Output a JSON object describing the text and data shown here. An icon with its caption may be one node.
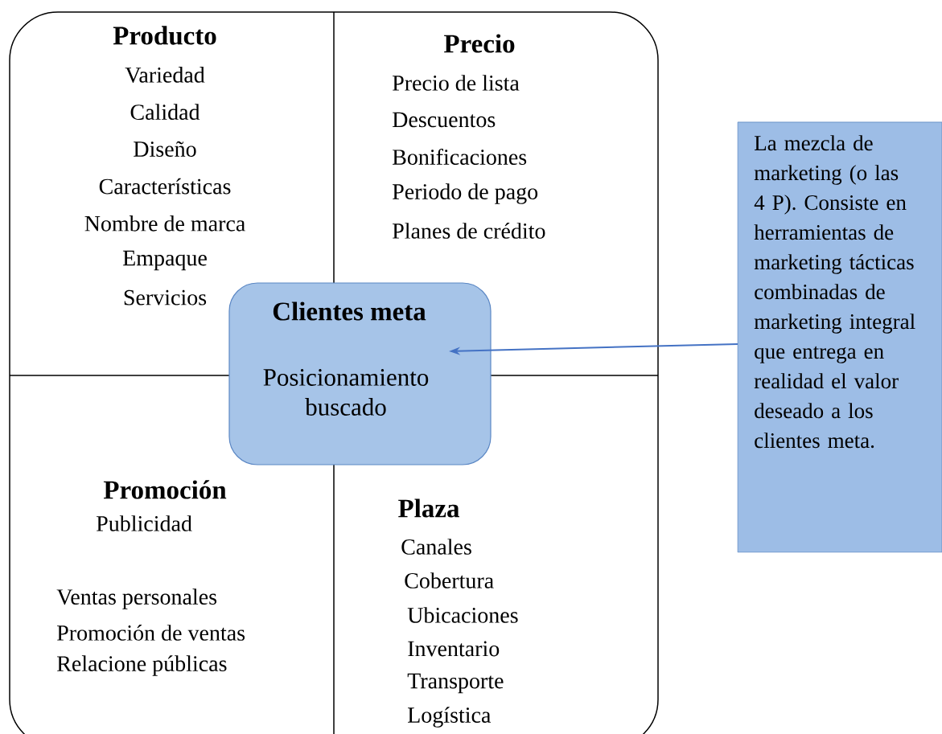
{
  "diagram": {
    "nodes": [
      {
        "text": [
          "Producto",
          "Variedad",
          "Calidad",
          "Diseño",
          "Características",
          "Nombre de marca",
          "Empaque",
          "Servicios"
        ]
      },
      {
        "text": [
          "Precio",
          "Precio de lista",
          "Descuentos",
          "Bonificaciones",
          "Periodo de pago",
          "Planes de crédito"
        ]
      },
      {
        "text": [
          "Promoción",
          "Publicidad",
          "Ventas personales",
          "Promoción de ventas",
          "Relacione públicas"
        ]
      },
      {
        "text": [
          "Plaza",
          "Canales",
          "Cobertura",
          "Ubicaciones",
          "Inventario",
          "Transporte",
          "Logística"
        ]
      },
      {
        "text": [
          "Clientes meta",
          "Posicionamiento buscado"
        ]
      },
      {
        "text": [
          "La mezcla de marketing (o las 4 P). Consiste en herramientas de marketing tácticas combinadas de marketing integral que entrega en realidad el valor deseado a los clientes meta."
        ]
      }
    ],
    "edges": [
      {
        "from": 5,
        "to": 4,
        "arrow": "to",
        "color": "#4472c4"
      }
    ]
  }
}
